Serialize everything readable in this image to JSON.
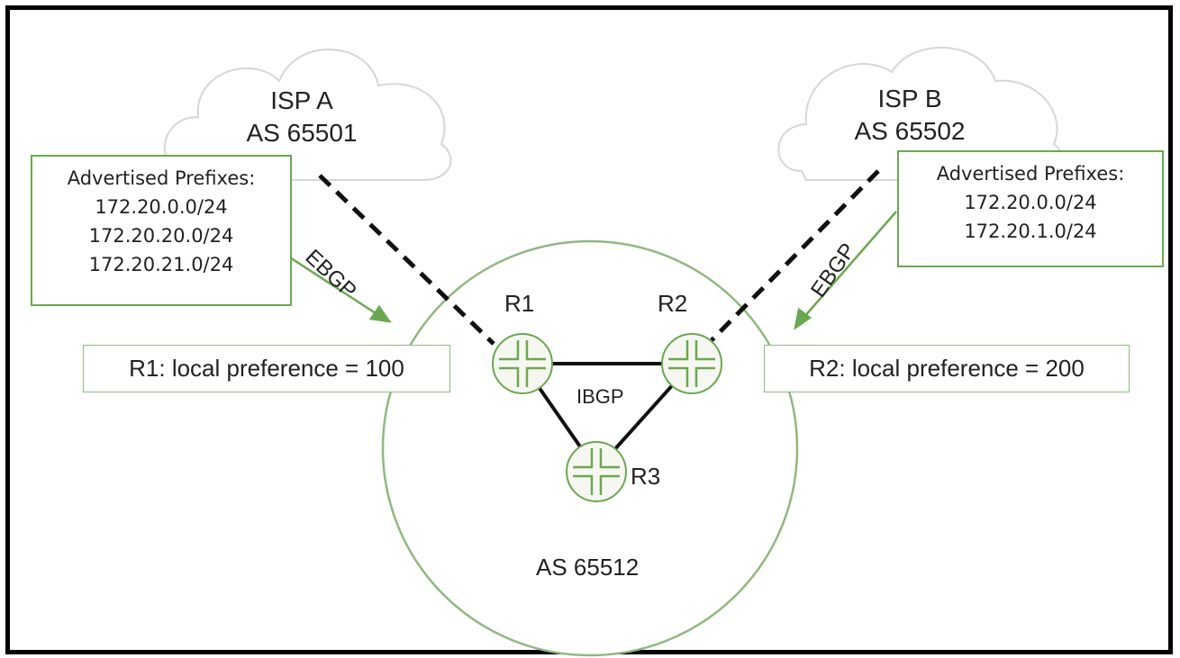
{
  "isp_a": {
    "name": "ISP A",
    "as": "AS 65501"
  },
  "isp_b": {
    "name": "ISP B",
    "as": "AS 65502"
  },
  "prefixes_a": {
    "title": "Advertised Prefixes:",
    "items": [
      "172.20.0.0/24",
      "172.20.20.0/24",
      "172.20.21.0/24"
    ]
  },
  "prefixes_b": {
    "title": "Advertised Prefixes:",
    "items": [
      "172.20.0.0/24",
      "172.20.1.0/24"
    ]
  },
  "ebgp_left": "EBGP",
  "ebgp_right": "EBGP",
  "r1_pref": "R1: local preference = 100",
  "r2_pref": "R2: local preference = 200",
  "routers": {
    "r1": "R1",
    "r2": "R2",
    "r3": "R3"
  },
  "ibgp": "IBGP",
  "local_as": "AS 65512",
  "colors": {
    "accent_green": "#6aa84f",
    "cloud_gray": "#d9d9d9",
    "router_fill": "#f7f7f2"
  }
}
